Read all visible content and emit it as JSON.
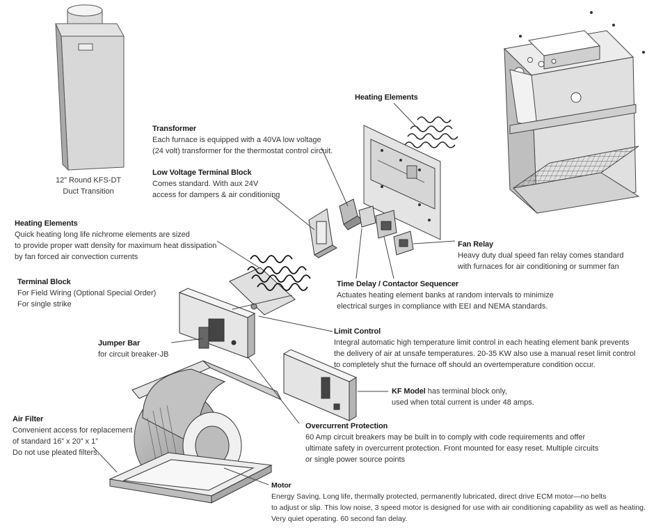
{
  "duct_transition": {
    "line1": "12” Round KFS-DT",
    "line2": "Duct Transition"
  },
  "callouts": {
    "heating_elements_top": {
      "title": "Heating Elements"
    },
    "transformer": {
      "title": "Transformer",
      "lines": [
        "Each furnace is equipped with a 40VA low voltage",
        "(24 volt) transformer for the thermostat control circuit."
      ]
    },
    "low_voltage": {
      "title": "Low Voltage Terminal Block",
      "lines": [
        "Comes standard. With aux 24V",
        "access for dampers & air conditioning"
      ]
    },
    "heating_elements_left": {
      "title": "Heating Elements",
      "lines": [
        "Quick heating long life nichrome elements are sized",
        "to provide proper watt density for maximum heat dissipation",
        "by fan forced air convection currents"
      ]
    },
    "fan_relay": {
      "title": "Fan Relay",
      "lines": [
        "Heavy duty dual speed fan relay comes standard",
        "with furnaces for air conditioning or summer fan"
      ]
    },
    "terminal_block": {
      "title": "Terminal Block",
      "lines": [
        "For Field Wiring (Optional Special Order)",
        "For single strike"
      ]
    },
    "time_delay": {
      "title": "Time Delay / Contactor Sequencer",
      "lines": [
        "Actuates heating element banks at random intervals to minimize",
        "electrical surges in compliance with EEI and NEMA standards."
      ]
    },
    "limit_control": {
      "title": "Limit Control",
      "lines": [
        "Integral automatic high temperature limit control in each heating element bank prevents",
        "the delivery of air at unsafe temperatures. 20-35 KW also use a manual reset limit control",
        "to completely shut the furnace off should an overtemperature condition occur."
      ]
    },
    "jumper_bar": {
      "title": "Jumper Bar",
      "lines": [
        "for circuit breaker-JB"
      ]
    },
    "kf_model": {
      "title": "KF Model",
      "rest": " has terminal block only,",
      "lines": [
        "used when total current is under 48 amps."
      ]
    },
    "air_filter": {
      "title": "Air Filter",
      "lines": [
        "Convenient access for replacement",
        "of standard 16” x 20” x 1”",
        "Do not use pleated filters."
      ]
    },
    "overcurrent": {
      "title": "Overcurrent Protection",
      "lines": [
        "60 Amp circuit breakers may be built in to comply with code requirements and offer",
        "ultimate safety in overcurrent protection. Front mounted for easy reset. Multiple circuits",
        "or single power source points"
      ]
    },
    "motor": {
      "title": "Motor",
      "lines": [
        "Energy Saving, Long life, thermally protected, permanently lubricated, direct drive ECM motor—no belts",
        "to adjust or slip. This low noise, 3 speed motor is designed for use with air conditioning capability as well as heating.",
        "Very quiet operating. 60 second fan delay."
      ]
    }
  }
}
